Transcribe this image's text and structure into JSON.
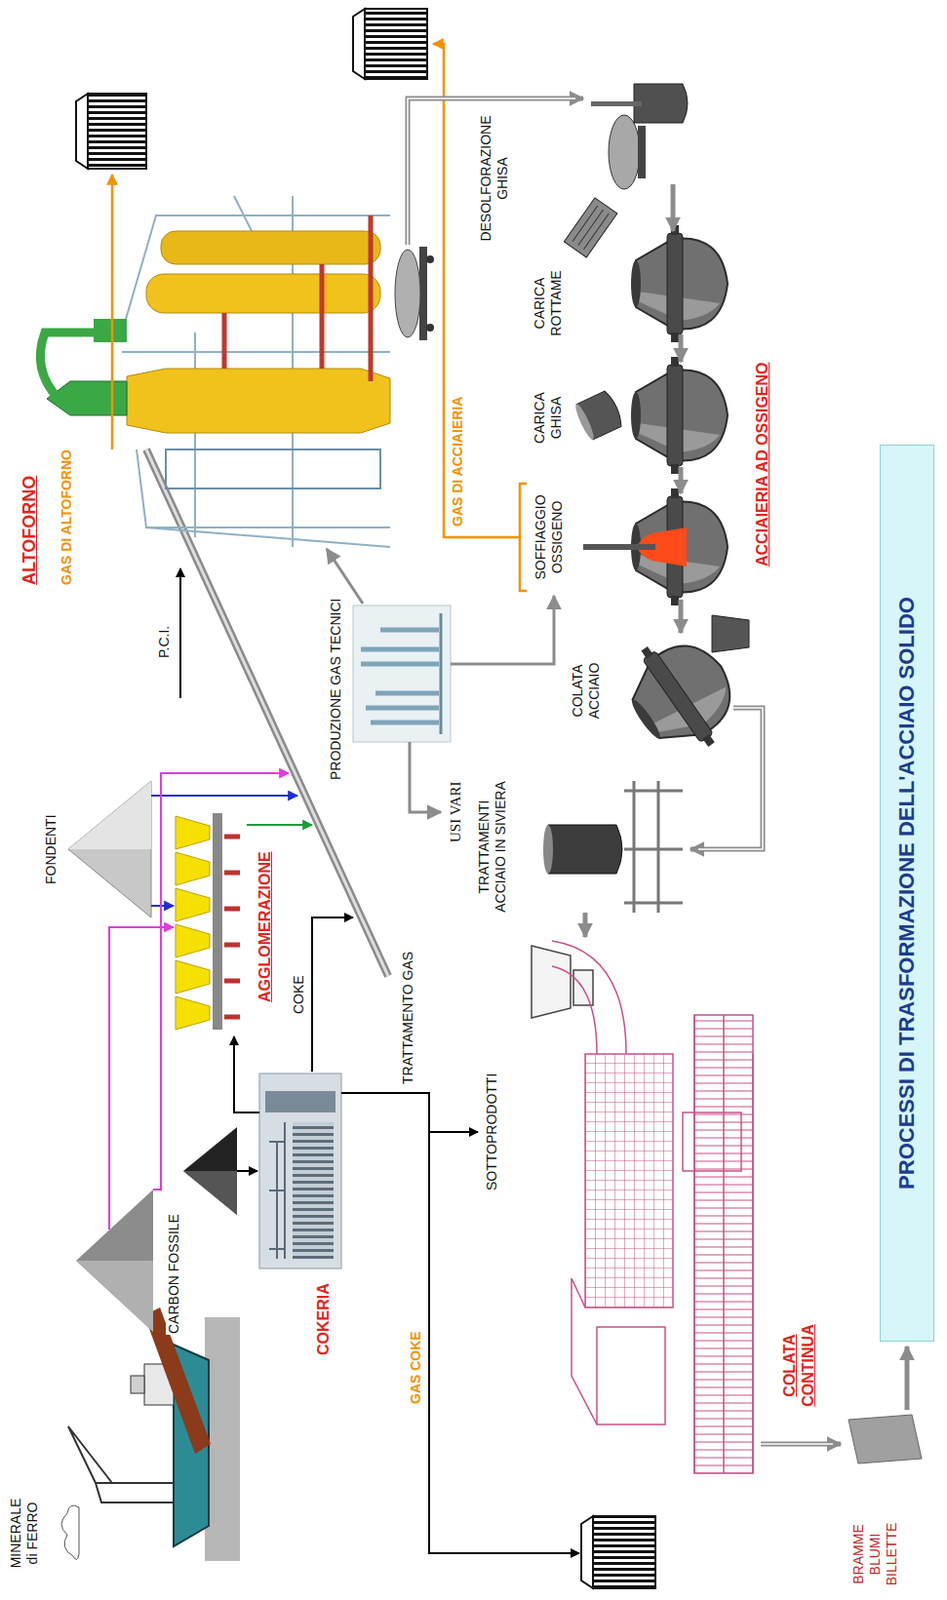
{
  "diagram": {
    "nodes": [
      {
        "text": [
          "PROCESSI DI TRASFORMAZIONE DELL'ACCIAIO SOLIDO"
        ]
      }
    ],
    "labels": [
      "MINERALE di FERRO",
      "CARBON FOSSILE",
      "FONDENTI",
      "AGGLOMERAZIONE",
      "COKE",
      "COKERIA",
      "TRATTAMENTO GAS",
      "SOTTOPRODOTTI",
      "GAS COKE",
      "ALTOFORNO",
      "GAS DI ALTOFORNO",
      "P.C.I.",
      "PRODUZIONE GAS TECNICI",
      "USI VARI",
      "GAS DI ACCIAIERIA",
      "DESOLFORAZIONE GHISA",
      "CARICA ROTTAME",
      "CARICA GHISA",
      "SOFFIAGGIO OSSIGENO",
      "COLATA ACCIAIO",
      "ACCIAIERIA AD OSSIGENO",
      "TRATTAMENTI ACCIAIO IN SIVIERA",
      "COLATA CONTINUA",
      "BRAMME BLUMI BILLETTE"
    ]
  }
}
